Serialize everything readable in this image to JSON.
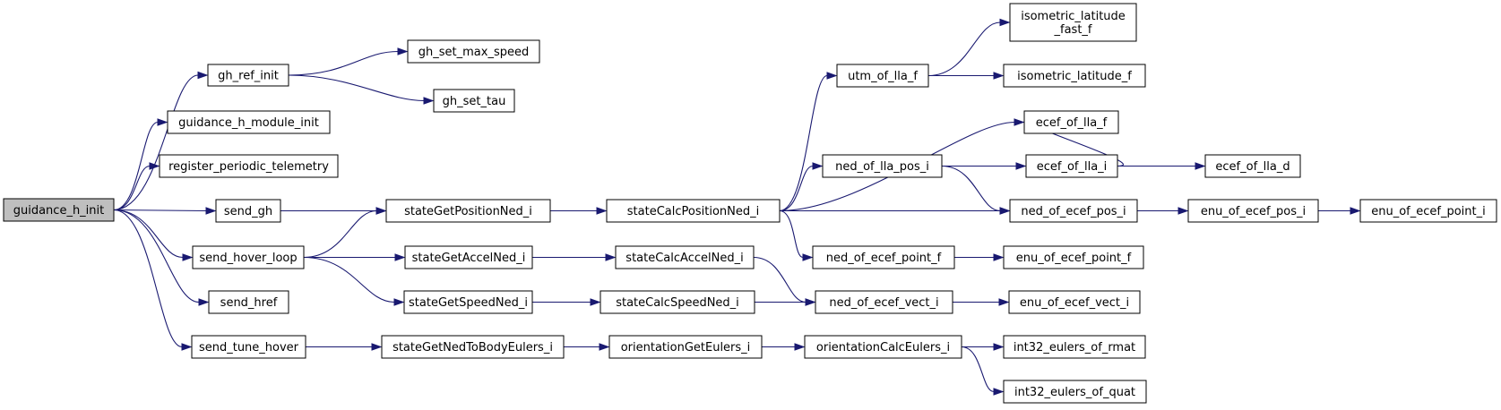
{
  "colors": {
    "edge": "#191970",
    "root_fill": "#bfbfbf",
    "node_fill": "#ffffff",
    "node_border": "#000000"
  },
  "nodes": [
    {
      "id": "guidance_h_init",
      "lines": [
        "guidance_h_init"
      ],
      "root": true
    },
    {
      "id": "gh_ref_init",
      "lines": [
        "gh_ref_init"
      ]
    },
    {
      "id": "guidance_h_module_init",
      "lines": [
        "guidance_h_module_init"
      ]
    },
    {
      "id": "register_periodic_telemetry",
      "lines": [
        "register_periodic_telemetry"
      ]
    },
    {
      "id": "send_gh",
      "lines": [
        "send_gh"
      ]
    },
    {
      "id": "send_hover_loop",
      "lines": [
        "send_hover_loop"
      ]
    },
    {
      "id": "send_href",
      "lines": [
        "send_href"
      ]
    },
    {
      "id": "send_tune_hover",
      "lines": [
        "send_tune_hover"
      ]
    },
    {
      "id": "gh_set_max_speed",
      "lines": [
        "gh_set_max_speed"
      ]
    },
    {
      "id": "gh_set_tau",
      "lines": [
        "gh_set_tau"
      ]
    },
    {
      "id": "stateGetPositionNed_i",
      "lines": [
        "stateGetPositionNed_i"
      ]
    },
    {
      "id": "stateGetAccelNed_i",
      "lines": [
        "stateGetAccelNed_i"
      ]
    },
    {
      "id": "stateGetSpeedNed_i",
      "lines": [
        "stateGetSpeedNed_i"
      ]
    },
    {
      "id": "stateGetNedToBodyEulers_i",
      "lines": [
        "stateGetNedToBodyEulers_i"
      ]
    },
    {
      "id": "stateCalcPositionNed_i",
      "lines": [
        "stateCalcPositionNed_i"
      ]
    },
    {
      "id": "stateCalcAccelNed_i",
      "lines": [
        "stateCalcAccelNed_i"
      ]
    },
    {
      "id": "stateCalcSpeedNed_i",
      "lines": [
        "stateCalcSpeedNed_i"
      ]
    },
    {
      "id": "orientationGetEulers_i",
      "lines": [
        "orientationGetEulers_i"
      ]
    },
    {
      "id": "utm_of_lla_f",
      "lines": [
        "utm_of_lla_f"
      ]
    },
    {
      "id": "ned_of_lla_pos_i",
      "lines": [
        "ned_of_lla_pos_i"
      ]
    },
    {
      "id": "ned_of_ecef_point_f",
      "lines": [
        "ned_of_ecef_point_f"
      ]
    },
    {
      "id": "ned_of_ecef_vect_i",
      "lines": [
        "ned_of_ecef_vect_i"
      ]
    },
    {
      "id": "orientationCalcEulers_i",
      "lines": [
        "orientationCalcEulers_i"
      ]
    },
    {
      "id": "isometric_latitude_fast_f",
      "lines": [
        "isometric_latitude",
        "_fast_f"
      ]
    },
    {
      "id": "isometric_latitude_f",
      "lines": [
        "isometric_latitude_f"
      ]
    },
    {
      "id": "ecef_of_lla_f",
      "lines": [
        "ecef_of_lla_f"
      ]
    },
    {
      "id": "ecef_of_lla_i",
      "lines": [
        "ecef_of_lla_i"
      ]
    },
    {
      "id": "ecef_of_lla_d",
      "lines": [
        "ecef_of_lla_d"
      ]
    },
    {
      "id": "ned_of_ecef_pos_i",
      "lines": [
        "ned_of_ecef_pos_i"
      ]
    },
    {
      "id": "enu_of_ecef_pos_i",
      "lines": [
        "enu_of_ecef_pos_i"
      ]
    },
    {
      "id": "enu_of_ecef_point_i",
      "lines": [
        "enu_of_ecef_point_i"
      ]
    },
    {
      "id": "enu_of_ecef_point_f",
      "lines": [
        "enu_of_ecef_point_f"
      ]
    },
    {
      "id": "enu_of_ecef_vect_i",
      "lines": [
        "enu_of_ecef_vect_i"
      ]
    },
    {
      "id": "int32_eulers_of_rmat",
      "lines": [
        "int32_eulers_of_rmat"
      ]
    },
    {
      "id": "int32_eulers_of_quat",
      "lines": [
        "int32_eulers_of_quat"
      ]
    }
  ],
  "edges": [
    [
      "guidance_h_init",
      "gh_ref_init"
    ],
    [
      "guidance_h_init",
      "guidance_h_module_init"
    ],
    [
      "guidance_h_init",
      "register_periodic_telemetry"
    ],
    [
      "guidance_h_init",
      "send_gh"
    ],
    [
      "guidance_h_init",
      "send_hover_loop"
    ],
    [
      "guidance_h_init",
      "send_href"
    ],
    [
      "guidance_h_init",
      "send_tune_hover"
    ],
    [
      "gh_ref_init",
      "gh_set_max_speed"
    ],
    [
      "gh_ref_init",
      "gh_set_tau"
    ],
    [
      "send_gh",
      "stateGetPositionNed_i"
    ],
    [
      "send_hover_loop",
      "stateGetPositionNed_i"
    ],
    [
      "send_hover_loop",
      "stateGetAccelNed_i"
    ],
    [
      "send_hover_loop",
      "stateGetSpeedNed_i"
    ],
    [
      "send_tune_hover",
      "stateGetNedToBodyEulers_i"
    ],
    [
      "stateGetPositionNed_i",
      "stateCalcPositionNed_i"
    ],
    [
      "stateGetAccelNed_i",
      "stateCalcAccelNed_i"
    ],
    [
      "stateGetSpeedNed_i",
      "stateCalcSpeedNed_i"
    ],
    [
      "stateGetNedToBodyEulers_i",
      "orientationGetEulers_i"
    ],
    [
      "stateCalcPositionNed_i",
      "utm_of_lla_f"
    ],
    [
      "stateCalcPositionNed_i",
      "ecef_of_lla_f"
    ],
    [
      "stateCalcPositionNed_i",
      "ned_of_lla_pos_i"
    ],
    [
      "stateCalcPositionNed_i",
      "ned_of_ecef_pos_i"
    ],
    [
      "stateCalcPositionNed_i",
      "ned_of_ecef_point_f"
    ],
    [
      "stateCalcAccelNed_i",
      "ned_of_ecef_vect_i"
    ],
    [
      "stateCalcSpeedNed_i",
      "ned_of_ecef_vect_i"
    ],
    [
      "orientationGetEulers_i",
      "orientationCalcEulers_i"
    ],
    [
      "utm_of_lla_f",
      "isometric_latitude_fast_f"
    ],
    [
      "utm_of_lla_f",
      "isometric_latitude_f"
    ],
    [
      "ned_of_lla_pos_i",
      "ecef_of_lla_i"
    ],
    [
      "ned_of_lla_pos_i",
      "ned_of_ecef_pos_i"
    ],
    [
      "ecef_of_lla_i",
      "ecef_of_lla_f"
    ],
    [
      "ecef_of_lla_i",
      "ecef_of_lla_d"
    ],
    [
      "ned_of_ecef_pos_i",
      "enu_of_ecef_pos_i"
    ],
    [
      "enu_of_ecef_pos_i",
      "enu_of_ecef_point_i"
    ],
    [
      "ned_of_ecef_point_f",
      "enu_of_ecef_point_f"
    ],
    [
      "ned_of_ecef_vect_i",
      "enu_of_ecef_vect_i"
    ],
    [
      "orientationCalcEulers_i",
      "int32_eulers_of_rmat"
    ],
    [
      "orientationCalcEulers_i",
      "int32_eulers_of_quat"
    ]
  ]
}
